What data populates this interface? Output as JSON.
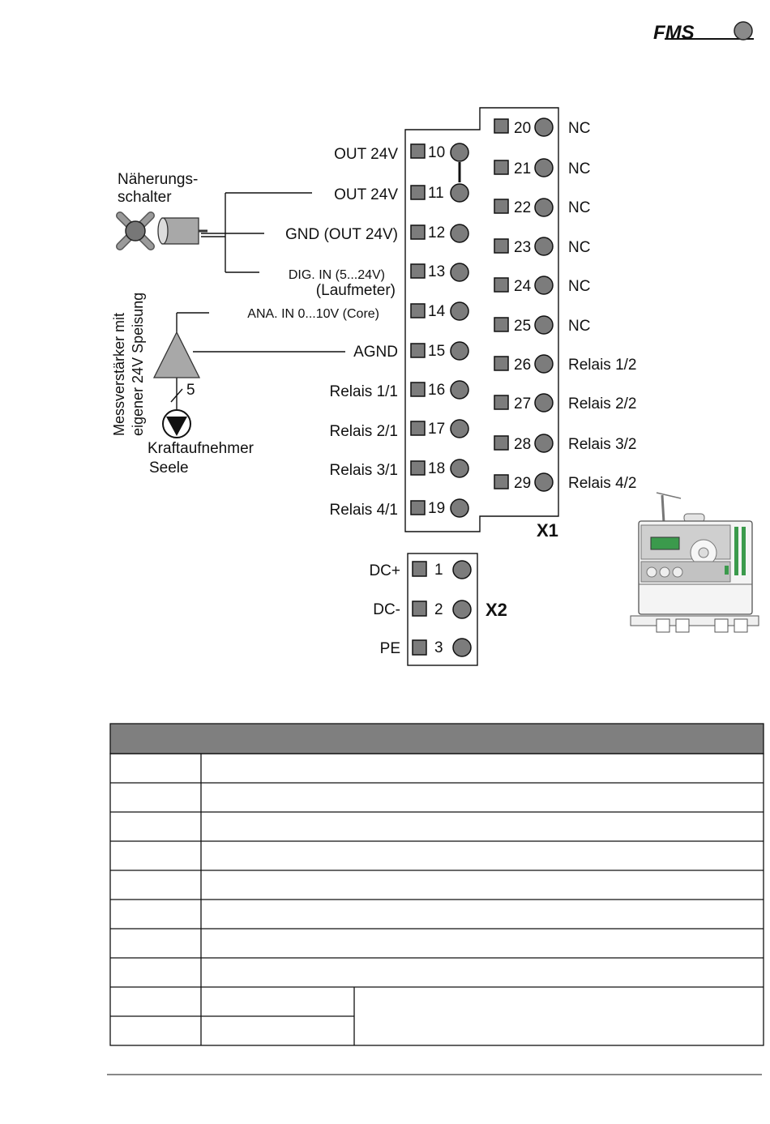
{
  "logo": {
    "text": "FMS"
  },
  "connector_x1": {
    "name": "X1",
    "left": [
      {
        "num": "10",
        "label": "OUT 24V"
      },
      {
        "num": "11",
        "label": "OUT 24V"
      },
      {
        "num": "12",
        "label": "GND (OUT 24V)"
      },
      {
        "num": "13",
        "label": "DIG. IN (5...24V)"
      },
      {
        "num": "14",
        "label": ""
      },
      {
        "num": "15",
        "label": "AGND"
      },
      {
        "num": "16",
        "label": "Relais 1/1"
      },
      {
        "num": "17",
        "label": "Relais 2/1"
      },
      {
        "num": "18",
        "label": "Relais 3/1"
      },
      {
        "num": "19",
        "label": "Relais 4/1"
      }
    ],
    "right": [
      {
        "num": "20",
        "label": "NC"
      },
      {
        "num": "21",
        "label": "NC"
      },
      {
        "num": "22",
        "label": "NC"
      },
      {
        "num": "23",
        "label": "NC"
      },
      {
        "num": "24",
        "label": "NC"
      },
      {
        "num": "25",
        "label": "NC"
      },
      {
        "num": "26",
        "label": "Relais 1/2"
      },
      {
        "num": "27",
        "label": "Relais 2/2"
      },
      {
        "num": "28",
        "label": "Relais 3/2"
      },
      {
        "num": "29",
        "label": "Relais 4/2"
      }
    ]
  },
  "connector_x2": {
    "name": "X2",
    "pins": [
      {
        "num": "1",
        "label": "DC+"
      },
      {
        "num": "2",
        "label": "DC-"
      },
      {
        "num": "3",
        "label": "PE"
      }
    ]
  },
  "annotations": {
    "laufmeter": "(Laufmeter)",
    "ana_in": "ANA. IN 0...10V (Core)",
    "proximity_line1": "Näherungs-",
    "proximity_line2": "schalter",
    "amplifier_line1": "Messverstärker mit",
    "amplifier_line2": "eigener 24V Speisung",
    "wire_count": "5",
    "sensor_line1": "Kraftaufnehmer",
    "sensor_line2": "Seele"
  },
  "colors": {
    "terminal_fill": "#7c7c7c",
    "line": "#111111",
    "table_header": "#7f7f7f"
  }
}
